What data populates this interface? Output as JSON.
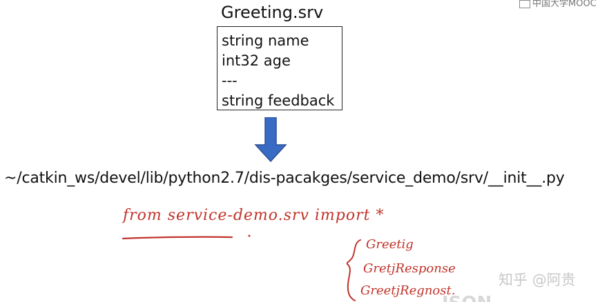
{
  "diagram": {
    "title": "Greeting.srv",
    "srv_lines": [
      "string name",
      "int32 age",
      "---",
      "string feedback"
    ],
    "arrow_color": "#3a6bc4",
    "output_path": "~/catkin_ws/devel/lib/python2.7/dis-pacakges/service_demo/srv/__init__.py"
  },
  "annotations": {
    "import_line": "from service-demo.srv import *",
    "imported_items": [
      "Greetig",
      "GretjResponse",
      "GreetjRegnost."
    ],
    "ink_color": "#c0332a"
  },
  "branding": {
    "mooc_logo": "中国大学MOOC",
    "watermark": "知乎 @阿贵",
    "bottom_partial_text": "JSON"
  }
}
